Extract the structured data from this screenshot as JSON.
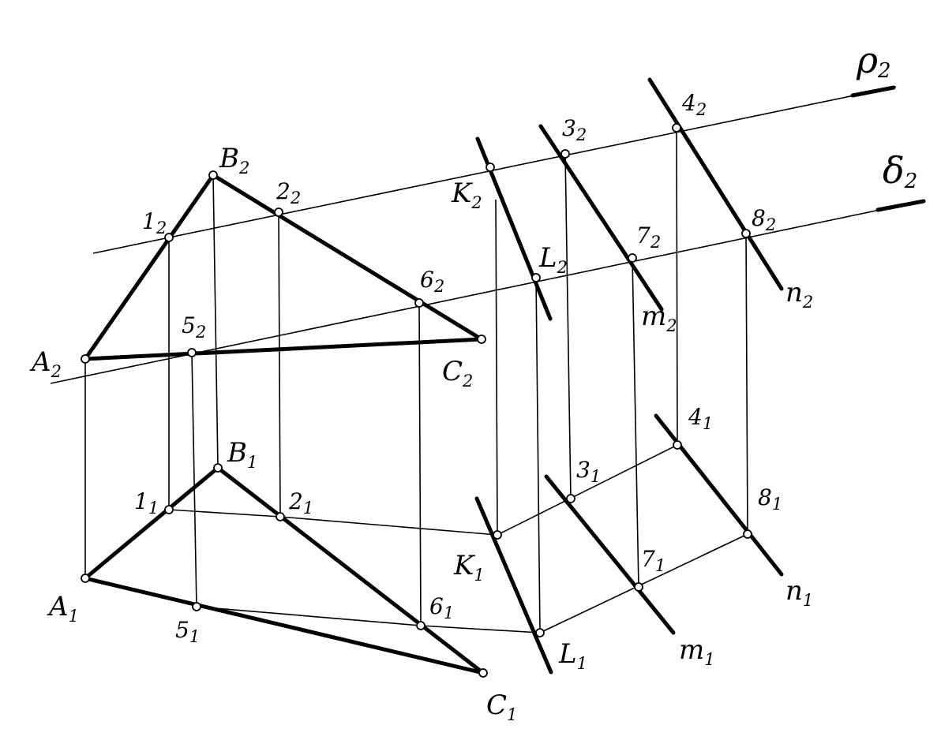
{
  "labels": {
    "A2": {
      "main": "A",
      "sub": "2"
    },
    "B2": {
      "main": "B",
      "sub": "2"
    },
    "C2": {
      "main": "C",
      "sub": "2"
    },
    "A1": {
      "main": "A",
      "sub": "1"
    },
    "B1": {
      "main": "B",
      "sub": "1"
    },
    "C1": {
      "main": "C",
      "sub": "1"
    },
    "p1_2": {
      "main": "1",
      "sub": "2"
    },
    "p2_2": {
      "main": "2",
      "sub": "2"
    },
    "p3_2": {
      "main": "3",
      "sub": "2"
    },
    "p4_2": {
      "main": "4",
      "sub": "2"
    },
    "p5_2": {
      "main": "5",
      "sub": "2"
    },
    "p6_2": {
      "main": "6",
      "sub": "2"
    },
    "p7_2": {
      "main": "7",
      "sub": "2"
    },
    "p8_2": {
      "main": "8",
      "sub": "2"
    },
    "p1_1": {
      "main": "1",
      "sub": "1"
    },
    "p2_1": {
      "main": "2",
      "sub": "1"
    },
    "p3_1": {
      "main": "3",
      "sub": "1"
    },
    "p4_1": {
      "main": "4",
      "sub": "1"
    },
    "p5_1": {
      "main": "5",
      "sub": "1"
    },
    "p6_1": {
      "main": "6",
      "sub": "1"
    },
    "p7_1": {
      "main": "7",
      "sub": "1"
    },
    "p8_1": {
      "main": "8",
      "sub": "1"
    },
    "K2": {
      "main": "K",
      "sub": "2"
    },
    "L2": {
      "main": "L",
      "sub": "2"
    },
    "K1": {
      "main": "K",
      "sub": "1"
    },
    "L1": {
      "main": "L",
      "sub": "1"
    },
    "m2": {
      "main": "m",
      "sub": "2"
    },
    "m1": {
      "main": "m",
      "sub": "1"
    },
    "n2": {
      "main": "n",
      "sub": "2"
    },
    "n1": {
      "main": "n",
      "sub": "1"
    },
    "rho2": {
      "main": "ρ",
      "sub": "2"
    },
    "delta2": {
      "main": "δ",
      "sub": "2"
    }
  }
}
